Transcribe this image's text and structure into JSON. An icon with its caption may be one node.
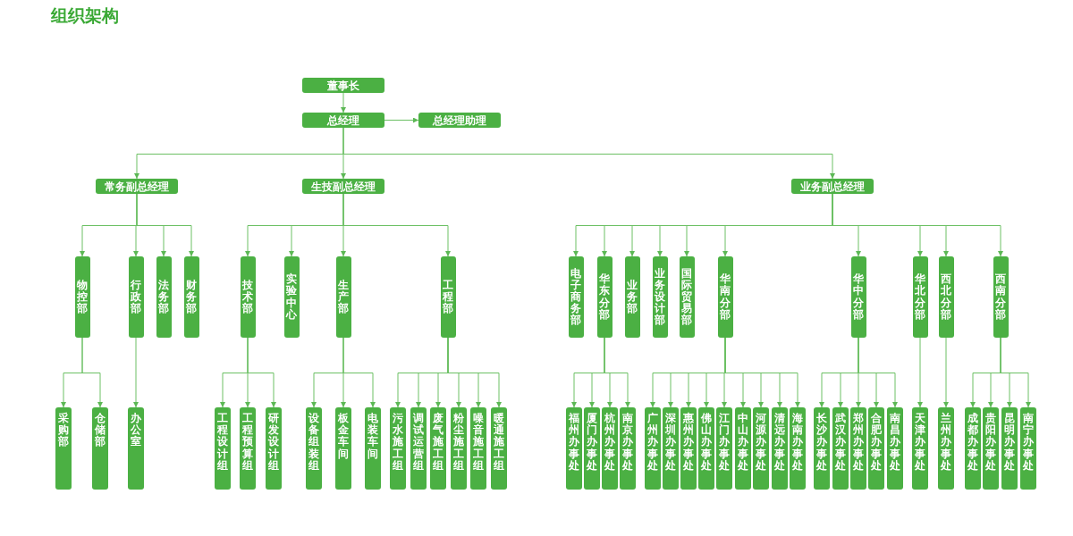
{
  "diagram": {
    "title": "组织架构",
    "nodes": [
      {
        "text": [
          "董事长"
        ]
      },
      {
        "text": [
          "总经理"
        ]
      },
      {
        "text": [
          "总经理助理"
        ]
      },
      {
        "text": [
          "常务副总经理"
        ]
      },
      {
        "text": [
          "生技副总经理"
        ]
      },
      {
        "text": [
          "业务副总经理"
        ]
      },
      {
        "text": [
          "物控部"
        ]
      },
      {
        "text": [
          "行政部"
        ]
      },
      {
        "text": [
          "法务部"
        ]
      },
      {
        "text": [
          "财务部"
        ]
      },
      {
        "text": [
          "技术部"
        ]
      },
      {
        "text": [
          "实验中心"
        ]
      },
      {
        "text": [
          "生产部"
        ]
      },
      {
        "text": [
          "工程部"
        ]
      },
      {
        "text": [
          "电子商务部"
        ]
      },
      {
        "text": [
          "华东分部"
        ]
      },
      {
        "text": [
          "业务部"
        ]
      },
      {
        "text": [
          "业务设计部"
        ]
      },
      {
        "text": [
          "国际贸易部"
        ]
      },
      {
        "text": [
          "华南分部"
        ]
      },
      {
        "text": [
          "华中分部"
        ]
      },
      {
        "text": [
          "华北分部"
        ]
      },
      {
        "text": [
          "西北分部"
        ]
      },
      {
        "text": [
          "西南分部"
        ]
      },
      {
        "text": [
          "采购部"
        ]
      },
      {
        "text": [
          "仓储部"
        ]
      },
      {
        "text": [
          "办公室"
        ]
      },
      {
        "text": [
          "工程设计组"
        ]
      },
      {
        "text": [
          "工程预算组"
        ]
      },
      {
        "text": [
          "研发设计组"
        ]
      },
      {
        "text": [
          "设备组装组"
        ]
      },
      {
        "text": [
          "板金车间"
        ]
      },
      {
        "text": [
          "电装车间"
        ]
      },
      {
        "text": [
          "污水施工组"
        ]
      },
      {
        "text": [
          "调试运营组"
        ]
      },
      {
        "text": [
          "废气施工组"
        ]
      },
      {
        "text": [
          "粉尘施工组"
        ]
      },
      {
        "text": [
          "噪音施工组"
        ]
      },
      {
        "text": [
          "暖通施工组"
        ]
      },
      {
        "text": [
          "福州办事处"
        ]
      },
      {
        "text": [
          "厦门办事处"
        ]
      },
      {
        "text": [
          "杭州办事处"
        ]
      },
      {
        "text": [
          "南京办事处"
        ]
      },
      {
        "text": [
          "广州办事处"
        ]
      },
      {
        "text": [
          "深圳办事处"
        ]
      },
      {
        "text": [
          "惠州办事处"
        ]
      },
      {
        "text": [
          "佛山办事处"
        ]
      },
      {
        "text": [
          "江门办事处"
        ]
      },
      {
        "text": [
          "中山办事处"
        ]
      },
      {
        "text": [
          "河源办事处"
        ]
      },
      {
        "text": [
          "清远办事处"
        ]
      },
      {
        "text": [
          "海南办事处"
        ]
      },
      {
        "text": [
          "长沙办事处"
        ]
      },
      {
        "text": [
          "武汉办事处"
        ]
      },
      {
        "text": [
          "郑州办事处"
        ]
      },
      {
        "text": [
          "合肥办事处"
        ]
      },
      {
        "text": [
          "南昌办事处"
        ]
      },
      {
        "text": [
          "天津办事处"
        ]
      },
      {
        "text": [
          "兰州办事处"
        ]
      },
      {
        "text": [
          "成都办事处"
        ]
      },
      {
        "text": [
          "贵阳办事处"
        ]
      },
      {
        "text": [
          "昆明办事处"
        ]
      },
      {
        "text": [
          "南宁办事处"
        ]
      }
    ],
    "edges": [
      {
        "from": 0,
        "to": 1,
        "arrow": "to"
      },
      {
        "from": 1,
        "to": 2,
        "arrow": "to"
      },
      {
        "from": 1,
        "to": 3,
        "arrow": "to"
      },
      {
        "from": 1,
        "to": 4,
        "arrow": "to"
      },
      {
        "from": 1,
        "to": 5,
        "arrow": "to"
      },
      {
        "from": 3,
        "to": 6,
        "arrow": "to"
      },
      {
        "from": 3,
        "to": 7,
        "arrow": "to"
      },
      {
        "from": 3,
        "to": 8,
        "arrow": "to"
      },
      {
        "from": 3,
        "to": 9,
        "arrow": "to"
      },
      {
        "from": 4,
        "to": 10,
        "arrow": "to"
      },
      {
        "from": 4,
        "to": 11,
        "arrow": "to"
      },
      {
        "from": 4,
        "to": 12,
        "arrow": "to"
      },
      {
        "from": 4,
        "to": 13,
        "arrow": "to"
      },
      {
        "from": 5,
        "to": 14,
        "arrow": "to"
      },
      {
        "from": 5,
        "to": 15,
        "arrow": "to"
      },
      {
        "from": 5,
        "to": 16,
        "arrow": "to"
      },
      {
        "from": 5,
        "to": 17,
        "arrow": "to"
      },
      {
        "from": 5,
        "to": 18,
        "arrow": "to"
      },
      {
        "from": 5,
        "to": 19,
        "arrow": "to"
      },
      {
        "from": 5,
        "to": 20,
        "arrow": "to"
      },
      {
        "from": 5,
        "to": 21,
        "arrow": "to"
      },
      {
        "from": 5,
        "to": 22,
        "arrow": "to"
      },
      {
        "from": 5,
        "to": 23,
        "arrow": "to"
      },
      {
        "from": 6,
        "to": 24,
        "arrow": "to"
      },
      {
        "from": 6,
        "to": 25,
        "arrow": "to"
      },
      {
        "from": 7,
        "to": 26,
        "arrow": "to"
      },
      {
        "from": 10,
        "to": 27,
        "arrow": "to"
      },
      {
        "from": 10,
        "to": 28,
        "arrow": "to"
      },
      {
        "from": 10,
        "to": 29,
        "arrow": "to"
      },
      {
        "from": 12,
        "to": 30,
        "arrow": "to"
      },
      {
        "from": 12,
        "to": 31,
        "arrow": "to"
      },
      {
        "from": 12,
        "to": 32,
        "arrow": "to"
      },
      {
        "from": 13,
        "to": 33,
        "arrow": "to"
      },
      {
        "from": 13,
        "to": 34,
        "arrow": "to"
      },
      {
        "from": 13,
        "to": 35,
        "arrow": "to"
      },
      {
        "from": 13,
        "to": 36,
        "arrow": "to"
      },
      {
        "from": 13,
        "to": 37,
        "arrow": "to"
      },
      {
        "from": 13,
        "to": 38,
        "arrow": "to"
      },
      {
        "from": 15,
        "to": 39,
        "arrow": "to"
      },
      {
        "from": 15,
        "to": 40,
        "arrow": "to"
      },
      {
        "from": 15,
        "to": 41,
        "arrow": "to"
      },
      {
        "from": 15,
        "to": 42,
        "arrow": "to"
      },
      {
        "from": 19,
        "to": 43,
        "arrow": "to"
      },
      {
        "from": 19,
        "to": 44,
        "arrow": "to"
      },
      {
        "from": 19,
        "to": 45,
        "arrow": "to"
      },
      {
        "from": 19,
        "to": 46,
        "arrow": "to"
      },
      {
        "from": 19,
        "to": 47,
        "arrow": "to"
      },
      {
        "from": 19,
        "to": 48,
        "arrow": "to"
      },
      {
        "from": 19,
        "to": 49,
        "arrow": "to"
      },
      {
        "from": 19,
        "to": 50,
        "arrow": "to"
      },
      {
        "from": 19,
        "to": 51,
        "arrow": "to"
      },
      {
        "from": 20,
        "to": 52,
        "arrow": "to"
      },
      {
        "from": 20,
        "to": 53,
        "arrow": "to"
      },
      {
        "from": 20,
        "to": 54,
        "arrow": "to"
      },
      {
        "from": 20,
        "to": 55,
        "arrow": "to"
      },
      {
        "from": 20,
        "to": 56,
        "arrow": "to"
      },
      {
        "from": 21,
        "to": 57,
        "arrow": "to"
      },
      {
        "from": 22,
        "to": 58,
        "arrow": "to"
      },
      {
        "from": 23,
        "to": 59,
        "arrow": "to"
      },
      {
        "from": 23,
        "to": 60,
        "arrow": "to"
      },
      {
        "from": 23,
        "to": 61,
        "arrow": "to"
      },
      {
        "from": 23,
        "to": 62,
        "arrow": "to"
      }
    ]
  }
}
